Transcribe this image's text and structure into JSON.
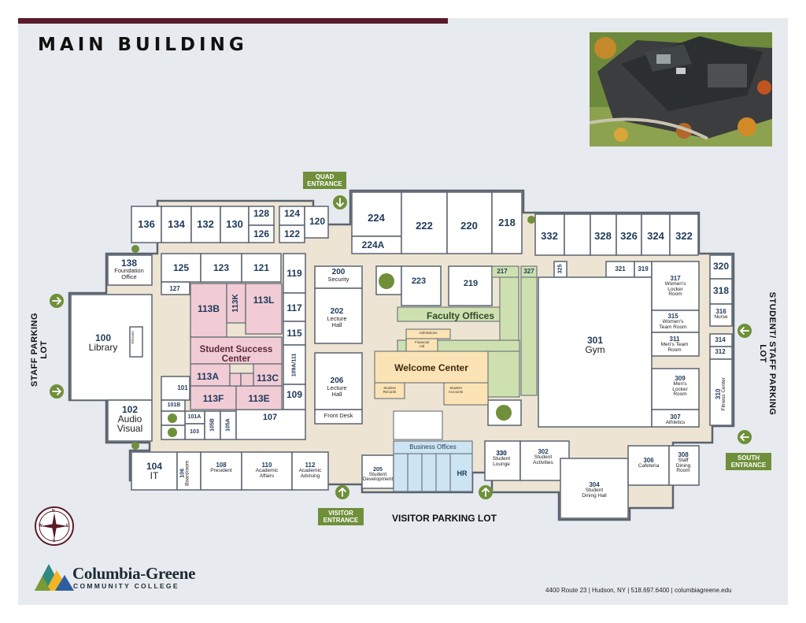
{
  "title": "MAIN BUILDING",
  "entrances": {
    "quad": [
      "QUAD",
      "ENTRANCE"
    ],
    "visitor": [
      "VISITOR",
      "ENTRANCE"
    ],
    "south": [
      "SOUTH",
      "ENTRANCE"
    ]
  },
  "parking": {
    "staff": "STAFF PARKING LOT",
    "student_staff": "STUDENT/ STAFF PARKING LOT",
    "visitor": "VISITOR PARKING LOT"
  },
  "zones": {
    "student_success": [
      "Student Success",
      "Center"
    ],
    "faculty_offices": "Faculty Offices",
    "welcome_center": "Welcome Center",
    "business_offices": "Business Offices",
    "admissions": "Admissions",
    "financial_aid": [
      "Financial",
      "Aid"
    ],
    "student_records": [
      "Student",
      "Records"
    ],
    "student_accounts": [
      "Student",
      "Accounts"
    ],
    "hr": "HR"
  },
  "rooms": [
    {
      "n": "136",
      "t": []
    },
    {
      "n": "134",
      "t": []
    },
    {
      "n": "132",
      "t": []
    },
    {
      "n": "130",
      "t": []
    },
    {
      "n": "128",
      "t": []
    },
    {
      "n": "126",
      "t": []
    },
    {
      "n": "124",
      "t": []
    },
    {
      "n": "122",
      "t": []
    },
    {
      "n": "120",
      "t": []
    },
    {
      "n": "224",
      "t": []
    },
    {
      "n": "224A",
      "t": []
    },
    {
      "n": "222",
      "t": []
    },
    {
      "n": "220",
      "t": []
    },
    {
      "n": "218",
      "t": []
    },
    {
      "n": "332",
      "t": []
    },
    {
      "n": "330",
      "t": []
    },
    {
      "n": "328",
      "t": []
    },
    {
      "n": "326",
      "t": []
    },
    {
      "n": "324",
      "t": []
    },
    {
      "n": "322",
      "t": []
    },
    {
      "n": "138",
      "t": [
        "Foundation",
        "Office"
      ]
    },
    {
      "n": "125",
      "t": []
    },
    {
      "n": "123",
      "t": []
    },
    {
      "n": "121",
      "t": []
    },
    {
      "n": "119",
      "t": []
    },
    {
      "n": "127",
      "t": []
    },
    {
      "n": "113B",
      "t": []
    },
    {
      "n": "113K",
      "t": []
    },
    {
      "n": "113L",
      "t": []
    },
    {
      "n": "117",
      "t": []
    },
    {
      "n": "115",
      "t": []
    },
    {
      "n": "113A",
      "t": []
    },
    {
      "n": "113C",
      "t": []
    },
    {
      "n": "109A/111",
      "t": []
    },
    {
      "n": "101",
      "t": []
    },
    {
      "n": "113F",
      "t": []
    },
    {
      "n": "113E",
      "t": []
    },
    {
      "n": "109",
      "t": []
    },
    {
      "n": "101B",
      "t": []
    },
    {
      "n": "101A",
      "t": []
    },
    {
      "n": "105B",
      "t": []
    },
    {
      "n": "105A",
      "t": []
    },
    {
      "n": "107",
      "t": []
    },
    {
      "n": "103",
      "t": []
    },
    {
      "n": "100",
      "t": [
        "Library"
      ]
    },
    {
      "n": "102",
      "t": [
        "Audio",
        "Visual"
      ]
    },
    {
      "n": "104",
      "t": [
        "IT"
      ]
    },
    {
      "n": "106",
      "t": [
        "Boardroom"
      ]
    },
    {
      "n": "108",
      "t": [
        "President"
      ]
    },
    {
      "n": "110",
      "t": [
        "Academic",
        "Affairs"
      ]
    },
    {
      "n": "112",
      "t": [
        "Academic",
        "Advising"
      ]
    },
    {
      "n": "200",
      "t": [
        "Security"
      ]
    },
    {
      "n": "202",
      "t": [
        "Lecture",
        "Hall"
      ]
    },
    {
      "n": "206",
      "t": [
        "Lecture",
        "Hall"
      ]
    },
    {
      "n": "223",
      "t": []
    },
    {
      "n": "219",
      "t": []
    },
    {
      "n": "217",
      "t": []
    },
    {
      "n": "327",
      "t": []
    },
    {
      "n": "325",
      "t": []
    },
    {
      "n": "321",
      "t": []
    },
    {
      "n": "319",
      "t": []
    },
    {
      "n": "205",
      "t": [
        "Student",
        "Development"
      ]
    },
    {
      "n": "301",
      "t": [
        "Gym"
      ]
    },
    {
      "n": "317",
      "t": [
        "Women's",
        "Locker",
        "Room"
      ]
    },
    {
      "n": "315",
      "t": [
        "Women's",
        "Team Room"
      ]
    },
    {
      "n": "311",
      "t": [
        "Men's Team",
        "Room"
      ]
    },
    {
      "n": "309",
      "t": [
        "Men's",
        "Locker",
        "Room"
      ]
    },
    {
      "n": "307",
      "t": [
        "Athletics"
      ]
    },
    {
      "n": "320",
      "t": []
    },
    {
      "n": "318",
      "t": []
    },
    {
      "n": "316",
      "t": [
        "Nurse"
      ]
    },
    {
      "n": "314",
      "t": []
    },
    {
      "n": "312",
      "t": []
    },
    {
      "n": "310",
      "t": [
        "Fitness Center"
      ]
    },
    {
      "n": "330",
      "t": [
        "Student",
        "Lounge"
      ]
    },
    {
      "n": "302",
      "t": [
        "Student",
        "Activities"
      ]
    },
    {
      "n": "304",
      "t": [
        "Student",
        "Dining Hall"
      ]
    },
    {
      "n": "306",
      "t": [
        "Cafeteria"
      ]
    },
    {
      "n": "308",
      "t": [
        "Staff",
        "Dining",
        "Room"
      ]
    }
  ],
  "misc": {
    "front_desk": "Front Desk",
    "elevator": "Elevator"
  },
  "logo": {
    "name": "Columbia-Greene",
    "sub": "COMMUNITY COLLEGE"
  },
  "compass": [
    "N",
    "E",
    "S",
    "W"
  ],
  "footer": "4400 Route 23  |  Hudson, NY  |  518.697.6400  |  columbiagreene.edu",
  "colors": {
    "outline": "#5a6470",
    "room_fill": "#ffffff",
    "corridor": "#ede4d3",
    "student_success": "#f2ccd5",
    "faculty_offices": "#cfe0b0",
    "welcome_center": "#fbe3b5",
    "business_offices": "#cde4f2",
    "entrance_green": "#6f8f3a",
    "brand_maroon": "#5a1a28"
  }
}
